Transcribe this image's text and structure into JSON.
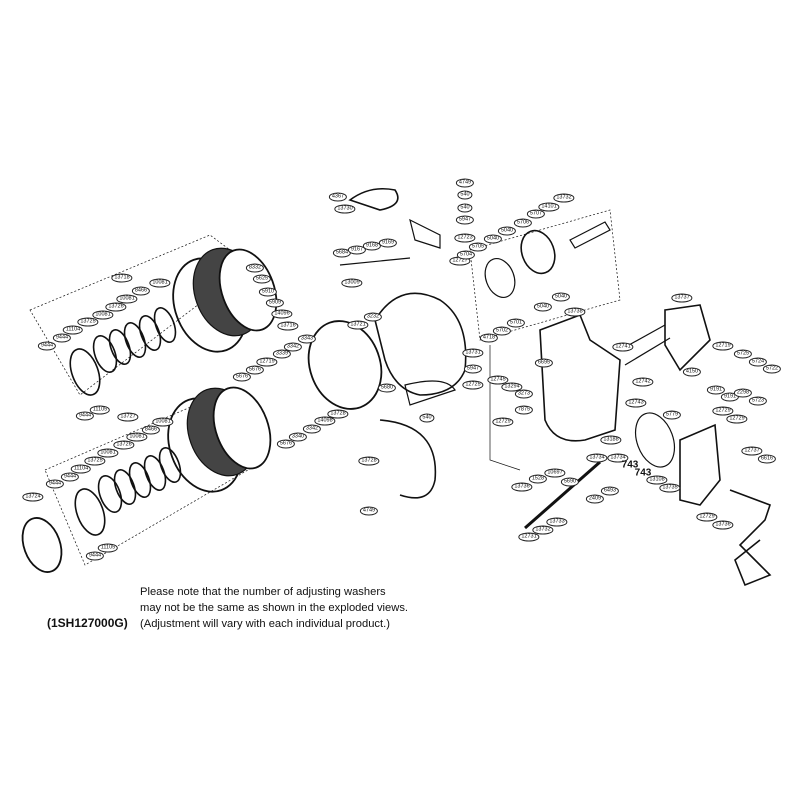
{
  "diagram_code": "(1SH127000G)",
  "note_lines": [
    "Please note that the number of adjusting washers",
    "may not be the same as shown in the exploded views.",
    "(Adjustment will vary with each individual product.)"
  ],
  "part_labels": [
    "13718",
    "10081",
    "8466",
    "10081",
    "13726",
    "10081",
    "13725",
    "11104",
    "9444",
    "9444",
    "11105",
    "9444",
    "13727",
    "10081",
    "8466",
    "10081",
    "13726",
    "10081",
    "13725",
    "11104",
    "9444",
    "9444",
    "13724",
    "11105",
    "9444",
    "4749",
    "4367",
    "13730",
    "540",
    "540",
    "5947",
    "12723",
    "5684",
    "9167",
    "9168",
    "9169",
    "13009",
    "8332",
    "5625",
    "5910",
    "5909",
    "14096",
    "13716",
    "13721",
    "3232",
    "12727",
    "5704",
    "5705",
    "5706",
    "5707",
    "14101",
    "13732",
    "5040",
    "5040",
    "5040",
    "5040",
    "5701",
    "5702",
    "4718",
    "13738",
    "13737",
    "12741",
    "12742",
    "6695",
    "12745",
    "13294",
    "3273",
    "7875",
    "12743",
    "13731",
    "5947",
    "12725",
    "4150",
    "12719",
    "5725",
    "5724",
    "5722",
    "9191",
    "9191",
    "2298",
    "5723",
    "3343",
    "3342",
    "3339",
    "12719",
    "5676",
    "5676",
    "5680",
    "540",
    "13728",
    "14098",
    "3342",
    "3340",
    "5676",
    "13728",
    "4749",
    "5779",
    "12729",
    "13188",
    "13734",
    "13734",
    "743",
    "743",
    "13108",
    "13735",
    "12729",
    "12729",
    "12737",
    "6616",
    "10697",
    "5690",
    "13736",
    "1528",
    "2409",
    "6493",
    "13733",
    "13732",
    "12731",
    "12729",
    "13736"
  ]
}
